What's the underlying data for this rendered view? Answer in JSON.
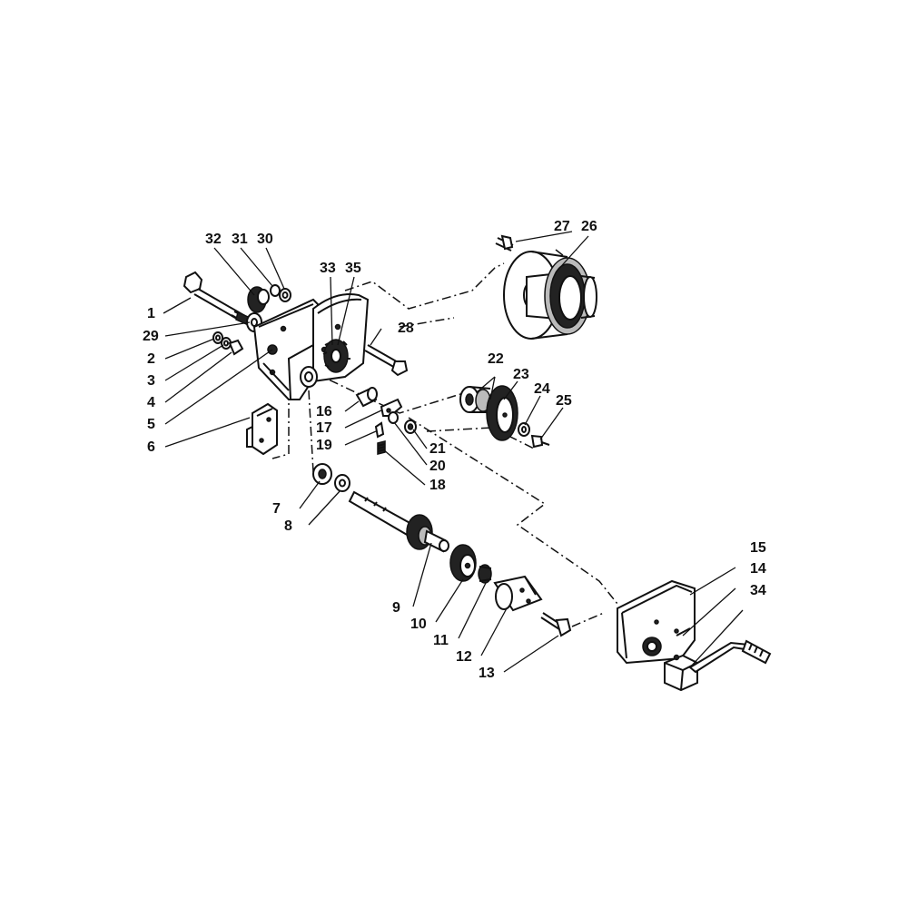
{
  "diagram": {
    "callouts": [
      {
        "id": "c1",
        "text": "1"
      },
      {
        "id": "c2",
        "text": "2"
      },
      {
        "id": "c3",
        "text": "3"
      },
      {
        "id": "c4",
        "text": "4"
      },
      {
        "id": "c5",
        "text": "5"
      },
      {
        "id": "c6",
        "text": "6"
      },
      {
        "id": "c7",
        "text": "7"
      },
      {
        "id": "c8",
        "text": "8"
      },
      {
        "id": "c9",
        "text": "9"
      },
      {
        "id": "c10",
        "text": "10"
      },
      {
        "id": "c11",
        "text": "11"
      },
      {
        "id": "c12",
        "text": "12"
      },
      {
        "id": "c13",
        "text": "13"
      },
      {
        "id": "c14",
        "text": "14"
      },
      {
        "id": "c15",
        "text": "15"
      },
      {
        "id": "c16",
        "text": "16"
      },
      {
        "id": "c17",
        "text": "17"
      },
      {
        "id": "c18",
        "text": "18"
      },
      {
        "id": "c19",
        "text": "19"
      },
      {
        "id": "c20",
        "text": "20"
      },
      {
        "id": "c21",
        "text": "21"
      },
      {
        "id": "c22",
        "text": "22"
      },
      {
        "id": "c23",
        "text": "23"
      },
      {
        "id": "c24",
        "text": "24"
      },
      {
        "id": "c25",
        "text": "25"
      },
      {
        "id": "c26",
        "text": "26"
      },
      {
        "id": "c27",
        "text": "27"
      },
      {
        "id": "c28",
        "text": "28"
      },
      {
        "id": "c29",
        "text": "29"
      },
      {
        "id": "c30",
        "text": "30"
      },
      {
        "id": "c31",
        "text": "31"
      },
      {
        "id": "c32",
        "text": "32"
      },
      {
        "id": "c33",
        "text": "33"
      },
      {
        "id": "c34",
        "text": "34"
      },
      {
        "id": "c35",
        "text": "35"
      }
    ]
  }
}
